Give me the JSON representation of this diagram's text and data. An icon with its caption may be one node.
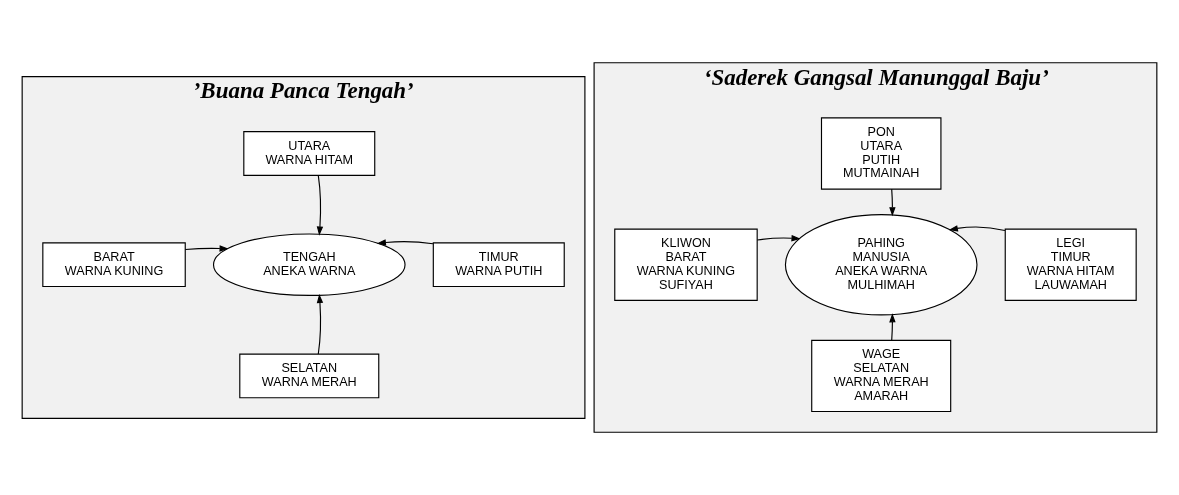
{
  "diagram": {
    "nodes": [
      {
        "text": [
          "’Buana Panca Tengah’"
        ]
      },
      {
        "text": [
          "UTARA",
          "WARNA HITAM"
        ],
        "in": 0
      },
      {
        "text": [
          "BARAT",
          "WARNA KUNING"
        ],
        "in": 0
      },
      {
        "text": [
          "TENGAH",
          "ANEKA WARNA"
        ],
        "in": 0
      },
      {
        "text": [
          "TIMUR",
          "WARNA PUTIH"
        ],
        "in": 0
      },
      {
        "text": [
          "SELATAN",
          "WARNA MERAH"
        ],
        "in": 0
      },
      {
        "text": [
          "‘Saderek Gangsal Manunggal Baju’"
        ]
      },
      {
        "text": [
          "PON",
          "UTARA",
          "PUTIH",
          "MUTMAINAH"
        ],
        "in": 6
      },
      {
        "text": [
          "KLIWON",
          "BARAT",
          "WARNA KUNING",
          "SUFIYAH"
        ],
        "in": 6
      },
      {
        "text": [
          "PAHING",
          "MANUSIA",
          "ANEKA WARNA",
          "MULHIMAH"
        ],
        "in": 6
      },
      {
        "text": [
          "LEGI",
          "TIMUR",
          "WARNA HITAM",
          "LAUWAMAH"
        ],
        "in": 6
      },
      {
        "text": [
          "WAGE",
          "SELATAN",
          "WARNA MERAH",
          "AMARAH"
        ],
        "in": 6
      }
    ],
    "edges": [
      {
        "from": 1,
        "to": 3,
        "arrow": "to"
      },
      {
        "from": 2,
        "to": 3,
        "arrow": "to"
      },
      {
        "from": 4,
        "to": 3,
        "arrow": "to"
      },
      {
        "from": 5,
        "to": 3,
        "arrow": "to"
      },
      {
        "from": 7,
        "to": 9,
        "arrow": "to"
      },
      {
        "from": 8,
        "to": 9,
        "arrow": "to"
      },
      {
        "from": 10,
        "to": 9,
        "arrow": "to"
      },
      {
        "from": 11,
        "to": 9,
        "arrow": "to"
      }
    ]
  }
}
